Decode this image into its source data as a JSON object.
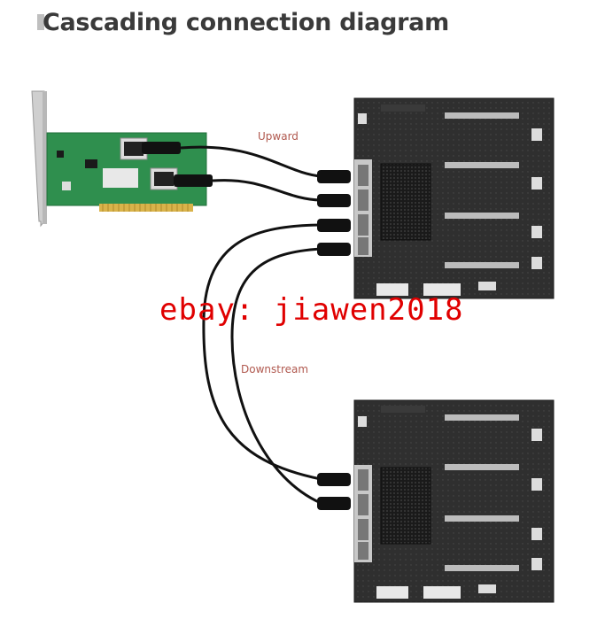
{
  "title": "Cascading connection diagram",
  "labels": {
    "upward": "Upward",
    "downstream": "Downstream"
  },
  "watermark": "ebay: jiawen2018",
  "colors": {
    "title": "#3a3a3a",
    "label": "#b0584e",
    "watermark": "#e00000",
    "pcb_green": "#2f8f4e",
    "board_dark": "#2b2b2b",
    "cable": "#111111"
  },
  "components": [
    "hba-card",
    "expander-board-upper",
    "expander-board-lower",
    "sff-cables"
  ]
}
